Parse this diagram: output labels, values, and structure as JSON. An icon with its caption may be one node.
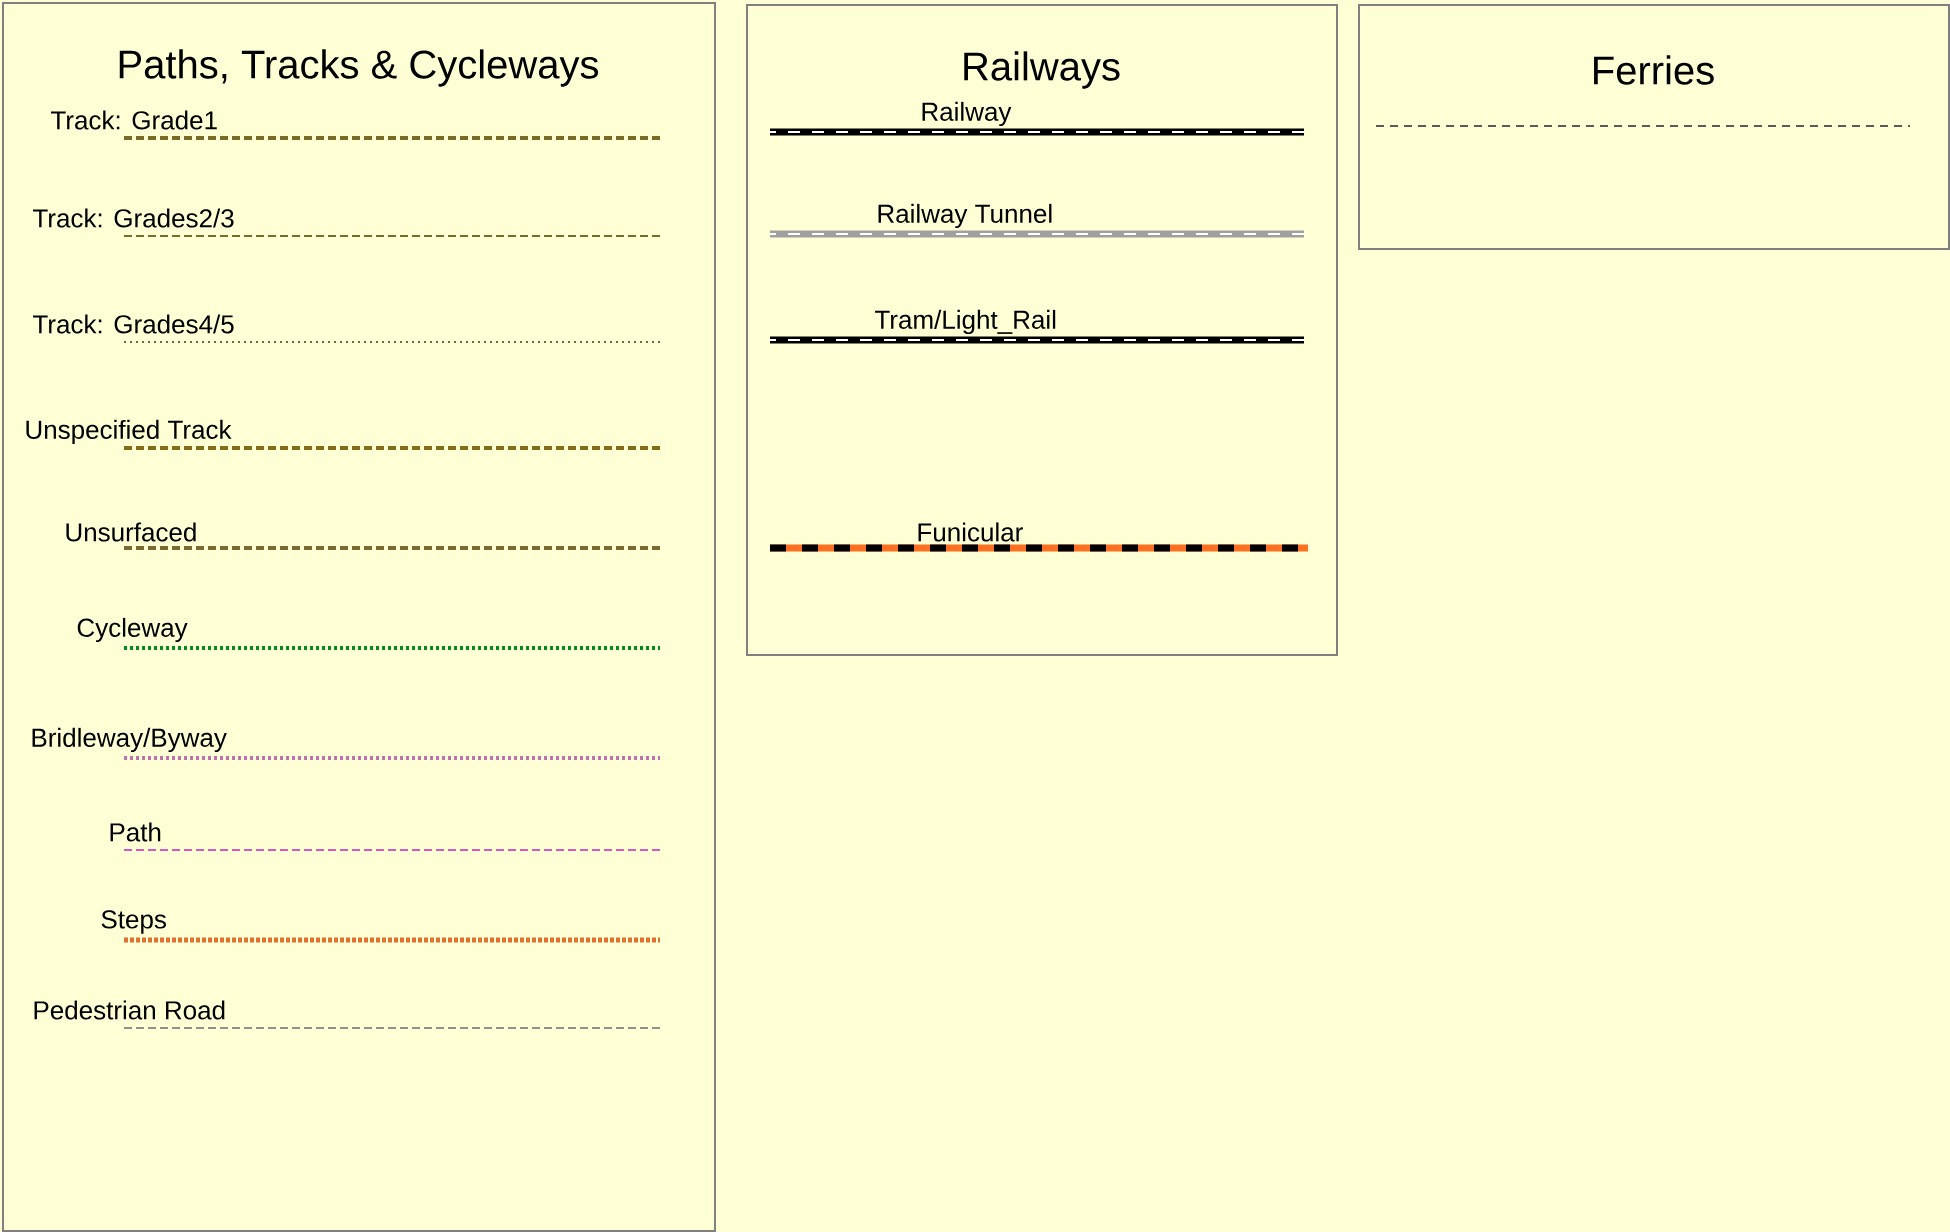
{
  "diagram": {
    "nodes": [
      {
        "text": [
          "Paths, Tracks & Cycleways"
        ]
      },
      {
        "text": [
          "Railways"
        ]
      },
      {
        "text": [
          "Ferries"
        ]
      }
    ],
    "legend": [
      {
        "text": "Track: Grade1"
      },
      {
        "text": "Track: Grades2/3"
      },
      {
        "text": "Track: Grades4/5"
      },
      {
        "text": "Unspecified Track"
      },
      {
        "text": "Unsurfaced"
      },
      {
        "text": "Cycleway"
      },
      {
        "text": "Bridleway/Byway"
      },
      {
        "text": "Path"
      },
      {
        "text": "Steps"
      },
      {
        "text": "Pedestrian Road"
      },
      {
        "text": "Railway"
      },
      {
        "text": "Railway Tunnel"
      },
      {
        "text": "Tram/Light_Rail"
      },
      {
        "text": "Funicular"
      }
    ]
  }
}
